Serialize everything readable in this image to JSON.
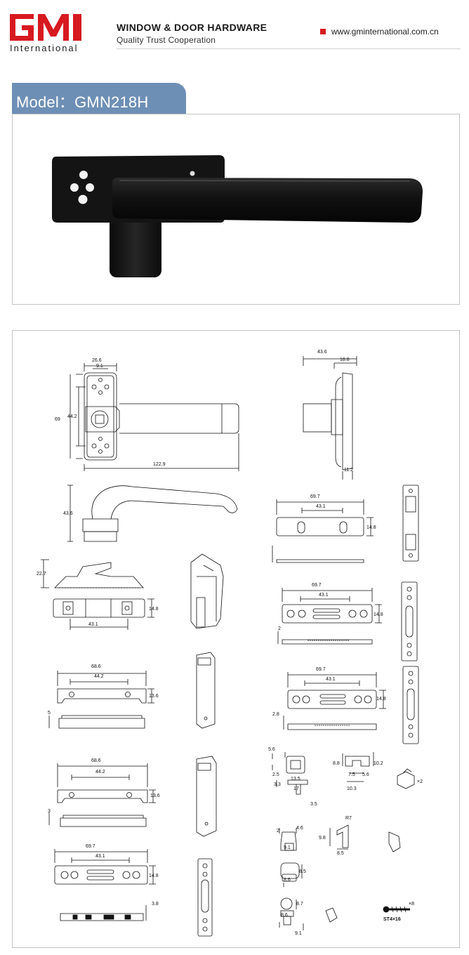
{
  "header": {
    "logo_text": "International",
    "company_line": "WINDOW & DOOR HARDWARE",
    "slogan": "Quality  Trust  Cooperation",
    "website": "www.gminternational.com.cn"
  },
  "model": {
    "label": "Model：GMN218H"
  },
  "colors": {
    "brand_red": "#d71920",
    "tab_blue": "#6e8fb5",
    "handle_black": "#151515"
  },
  "drawing": {
    "top_view": {
      "width": "26.6",
      "hole": "9.1",
      "height": "69",
      "pitch": "44.2",
      "length": "122.9"
    },
    "side_view": {
      "width": "43.6",
      "inner": "18.8",
      "bottom": "11.2"
    },
    "profile": {
      "height": "43.6"
    },
    "keeper_1": {
      "length": "69.7",
      "pitch": "43.1",
      "height": "14.8"
    },
    "base": {
      "height": "22.7",
      "side": "14.8",
      "pitch": "43.1"
    },
    "keeper_2": {
      "length": "69.7",
      "pitch": "43.1",
      "height": "14.8",
      "thick": "2"
    },
    "plate_1": {
      "length": "68.6",
      "pitch": "44.2",
      "height": "13.6",
      "thick": "5"
    },
    "keeper_3": {
      "length": "69.7",
      "pitch": "43.1",
      "height": "14.8",
      "thick": "2.8"
    },
    "small_1": {
      "a": "5.6",
      "b": "13.5",
      "c": "2.5",
      "d": "3.3",
      "e": "17",
      "f": "3.5"
    },
    "small_2": {
      "a": "8.8",
      "b": "10.2",
      "c": "7.5",
      "d": "5.6",
      "e": "10.3",
      "qty": "×2"
    },
    "plate_2": {
      "length": "68.6",
      "pitch": "44.2",
      "height": "13.6",
      "thick": "3"
    },
    "small_3": {
      "a": "2",
      "b": "4.6",
      "c": "9.1"
    },
    "small_4": {
      "r": "R7",
      "a": "9.8",
      "b": "8.5"
    },
    "small_5": {
      "a": "8.5",
      "b": "8.6"
    },
    "keeper_4": {
      "length": "69.7",
      "pitch": "43.1",
      "height": "14.8",
      "thick": "3.8"
    },
    "small_6": {
      "a": "8.7",
      "b": "8.6",
      "c": "9.1"
    },
    "screw": {
      "qty": "×8",
      "spec": "ST4×16"
    }
  }
}
